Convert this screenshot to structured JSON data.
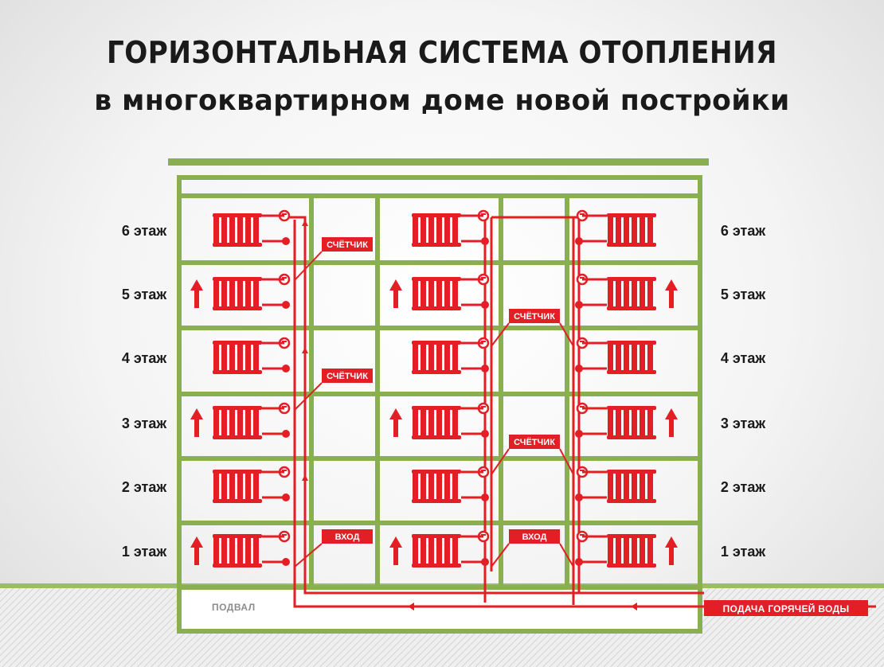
{
  "title_line1": "ГОРИЗОНТАЛЬНАЯ СИСТЕМА ОТОПЛЕНИЯ",
  "title_line2": "в многоквартирном доме новой постройки",
  "floors": [
    "6 этаж",
    "5 этаж",
    "4 этаж",
    "3 этаж",
    "2 этаж",
    "1 этаж"
  ],
  "meter_label": "СЧЁТЧИК",
  "inlet_label": "ВХОД",
  "basement_label": "ПОДВАЛ",
  "supply_label": "ПОДАЧА ГОРЯЧЕЙ ВОДЫ",
  "colors": {
    "pipe": "#e31e24",
    "wall": "#8aaf50",
    "ground": "#9bbd63",
    "text": "#1a1a1a",
    "basement_text": "#8c8c8c"
  },
  "icons": [
    "radiator-icon",
    "arrow-up-icon",
    "arrow-left-icon",
    "valve-icon"
  ]
}
